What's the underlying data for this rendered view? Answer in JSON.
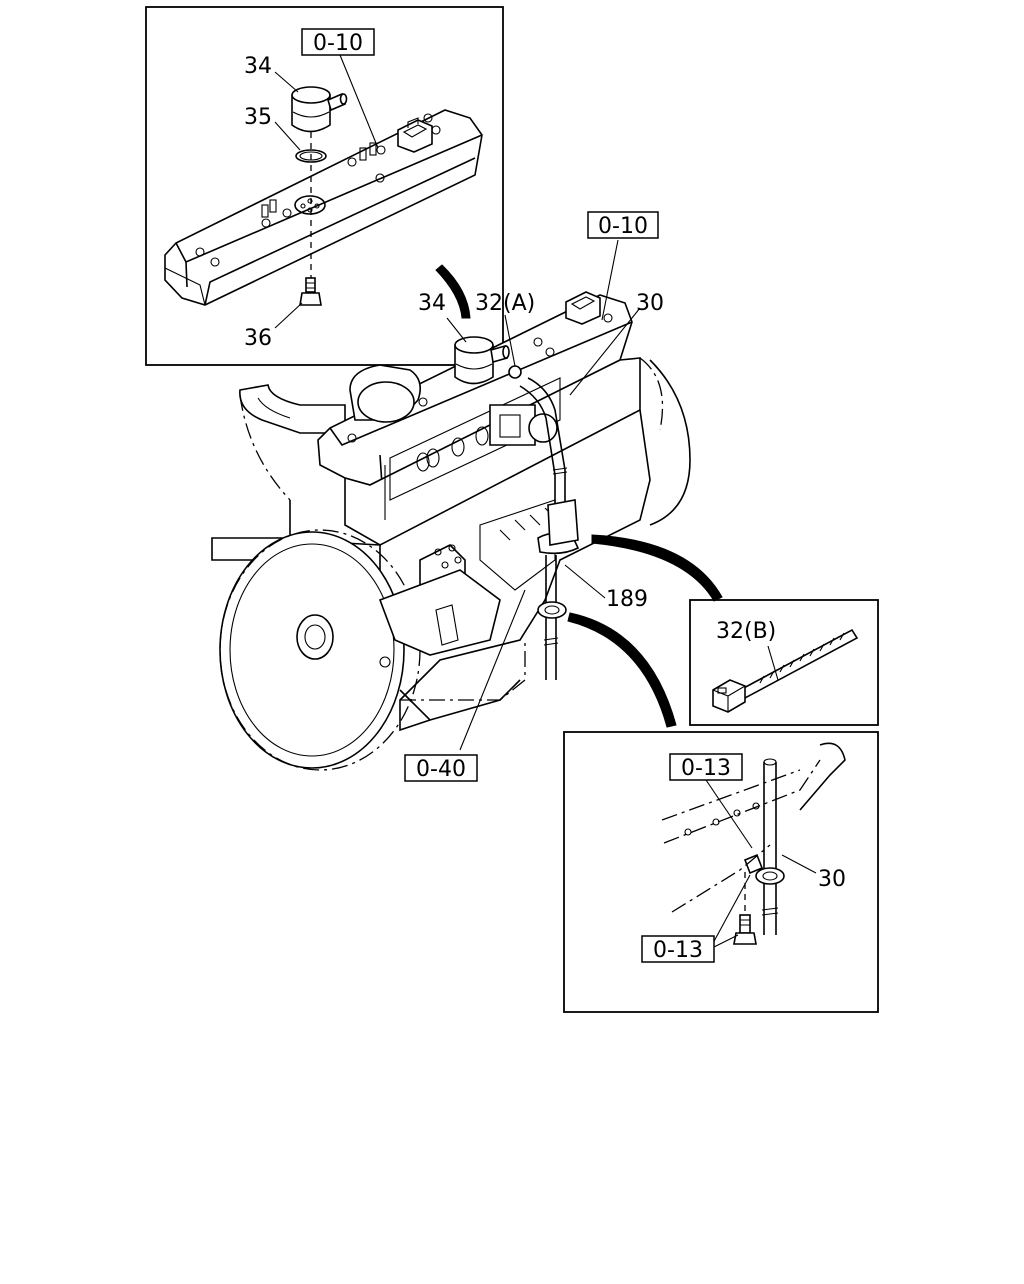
{
  "labels": {
    "inset1_ref": "0-10",
    "inset1_34": "34",
    "inset1_35": "35",
    "inset1_36": "36",
    "main_ref_top": "0-10",
    "main_34": "34",
    "main_32a": "32(A)",
    "main_30": "30",
    "main_189": "189",
    "main_ref_bottom": "0-40",
    "inset2_32b": "32(B)",
    "inset3_ref_top": "0-13",
    "inset3_30": "30",
    "inset3_ref_bottom": "0-13"
  }
}
